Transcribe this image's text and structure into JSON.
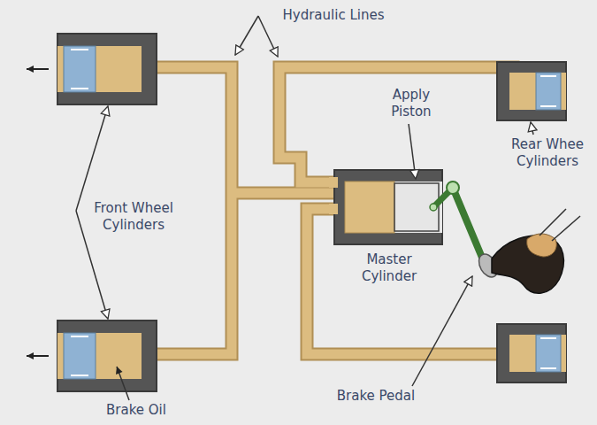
{
  "diagram": {
    "labels": [
      "Hydraulic Lines",
      "Apply Piston",
      "Rear Whee Cylinders",
      "Front Wheel Cylinders",
      "Master Cylinder",
      "Brake Pedal",
      "Brake Oil"
    ]
  }
}
